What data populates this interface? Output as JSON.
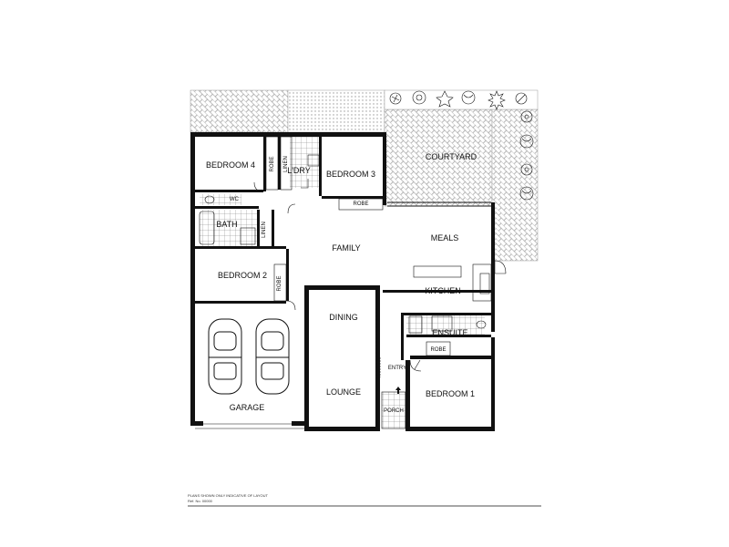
{
  "rooms": {
    "bedroom4": "BEDROOM 4",
    "robe_bed4": "ROBE",
    "linen_top": "LINEN",
    "laundry": "L'DRY",
    "bedroom3": "BEDROOM 3",
    "robe_bed3": "ROBE",
    "courtyard": "COURTYARD",
    "wc": "WC",
    "bath": "BATH",
    "linen_mid": "LINEN",
    "family": "FAMILY",
    "meals": "MEALS",
    "bedroom2": "BEDROOM 2",
    "robe_bed2": "ROBE",
    "kitchen": "KITCHEN",
    "dining": "DINING",
    "ensuite": "ENSUITE",
    "robe_bed1": "ROBE",
    "entry": "ENTRY",
    "lounge": "LOUNGE",
    "bedroom1": "BEDROOM 1",
    "garage": "GARAGE",
    "porch": "PORCH"
  },
  "footer": {
    "disclaimer": "PLANS SHOWN ONLY INDICATIVE OF LAYOUT",
    "ref": "Ref. No. 00000"
  }
}
